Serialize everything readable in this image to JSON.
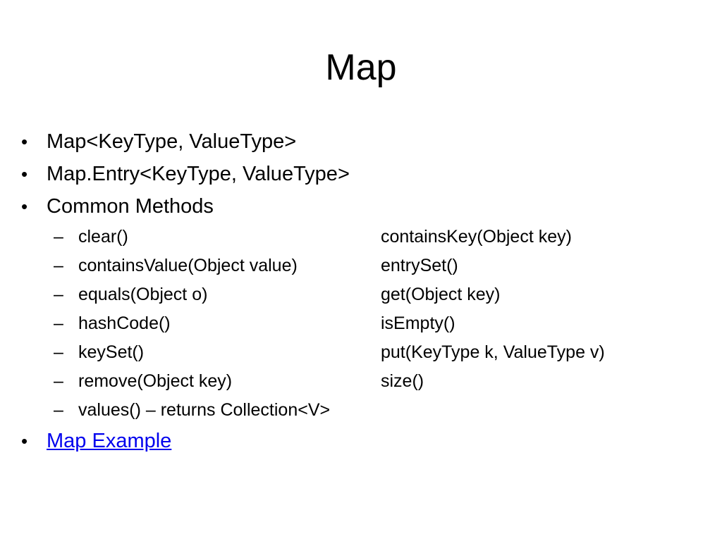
{
  "slide": {
    "title": "Map",
    "bullets": [
      "Map<KeyType, ValueType>",
      "Map.Entry<KeyType, ValueType>",
      "Common Methods"
    ],
    "bullet_symbol": "•",
    "dash_symbol": "–",
    "methods": [
      [
        "clear()",
        "containsKey(Object key)"
      ],
      [
        "containsValue(Object value)",
        "entrySet()"
      ],
      [
        "equals(Object o)",
        "get(Object key)"
      ],
      [
        "hashCode()",
        "isEmpty()"
      ],
      [
        "keySet()",
        "put(KeyType k, ValueType v)"
      ],
      [
        "remove(Object key)",
        "size()"
      ]
    ],
    "last_method": "values() – returns Collection<V>",
    "link_label": "Map Example",
    "link_color": "#0000ee"
  }
}
